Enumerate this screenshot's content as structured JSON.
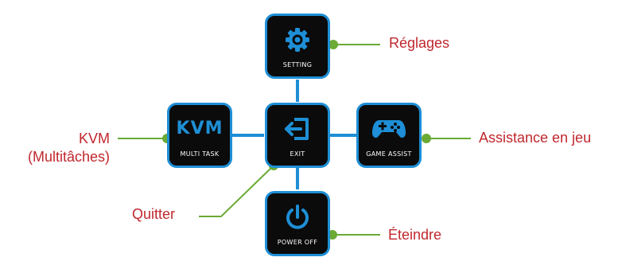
{
  "colors": {
    "accent": "#1e8fd6",
    "tile_bg": "#0b0b0b",
    "label": "#c0272d",
    "leader": "#6aaa35",
    "dot": "#6aaa35"
  },
  "menu": {
    "setting": {
      "label": "SETTING",
      "icon": "gear-icon"
    },
    "kvm": {
      "label": "MULTI TASK",
      "glyph": "KVM",
      "icon": "kvm-icon"
    },
    "exit": {
      "label": "EXIT",
      "icon": "exit-icon"
    },
    "game": {
      "label": "GAME ASSIST",
      "icon": "gamepad-icon"
    },
    "power": {
      "label": "POWER OFF",
      "icon": "power-icon"
    }
  },
  "callouts": {
    "setting": "Réglages",
    "kvm_line1": "KVM",
    "kvm_line2": "(Multitâches)",
    "game": "Assistance en jeu",
    "exit": "Quitter",
    "power": "Éteindre"
  }
}
